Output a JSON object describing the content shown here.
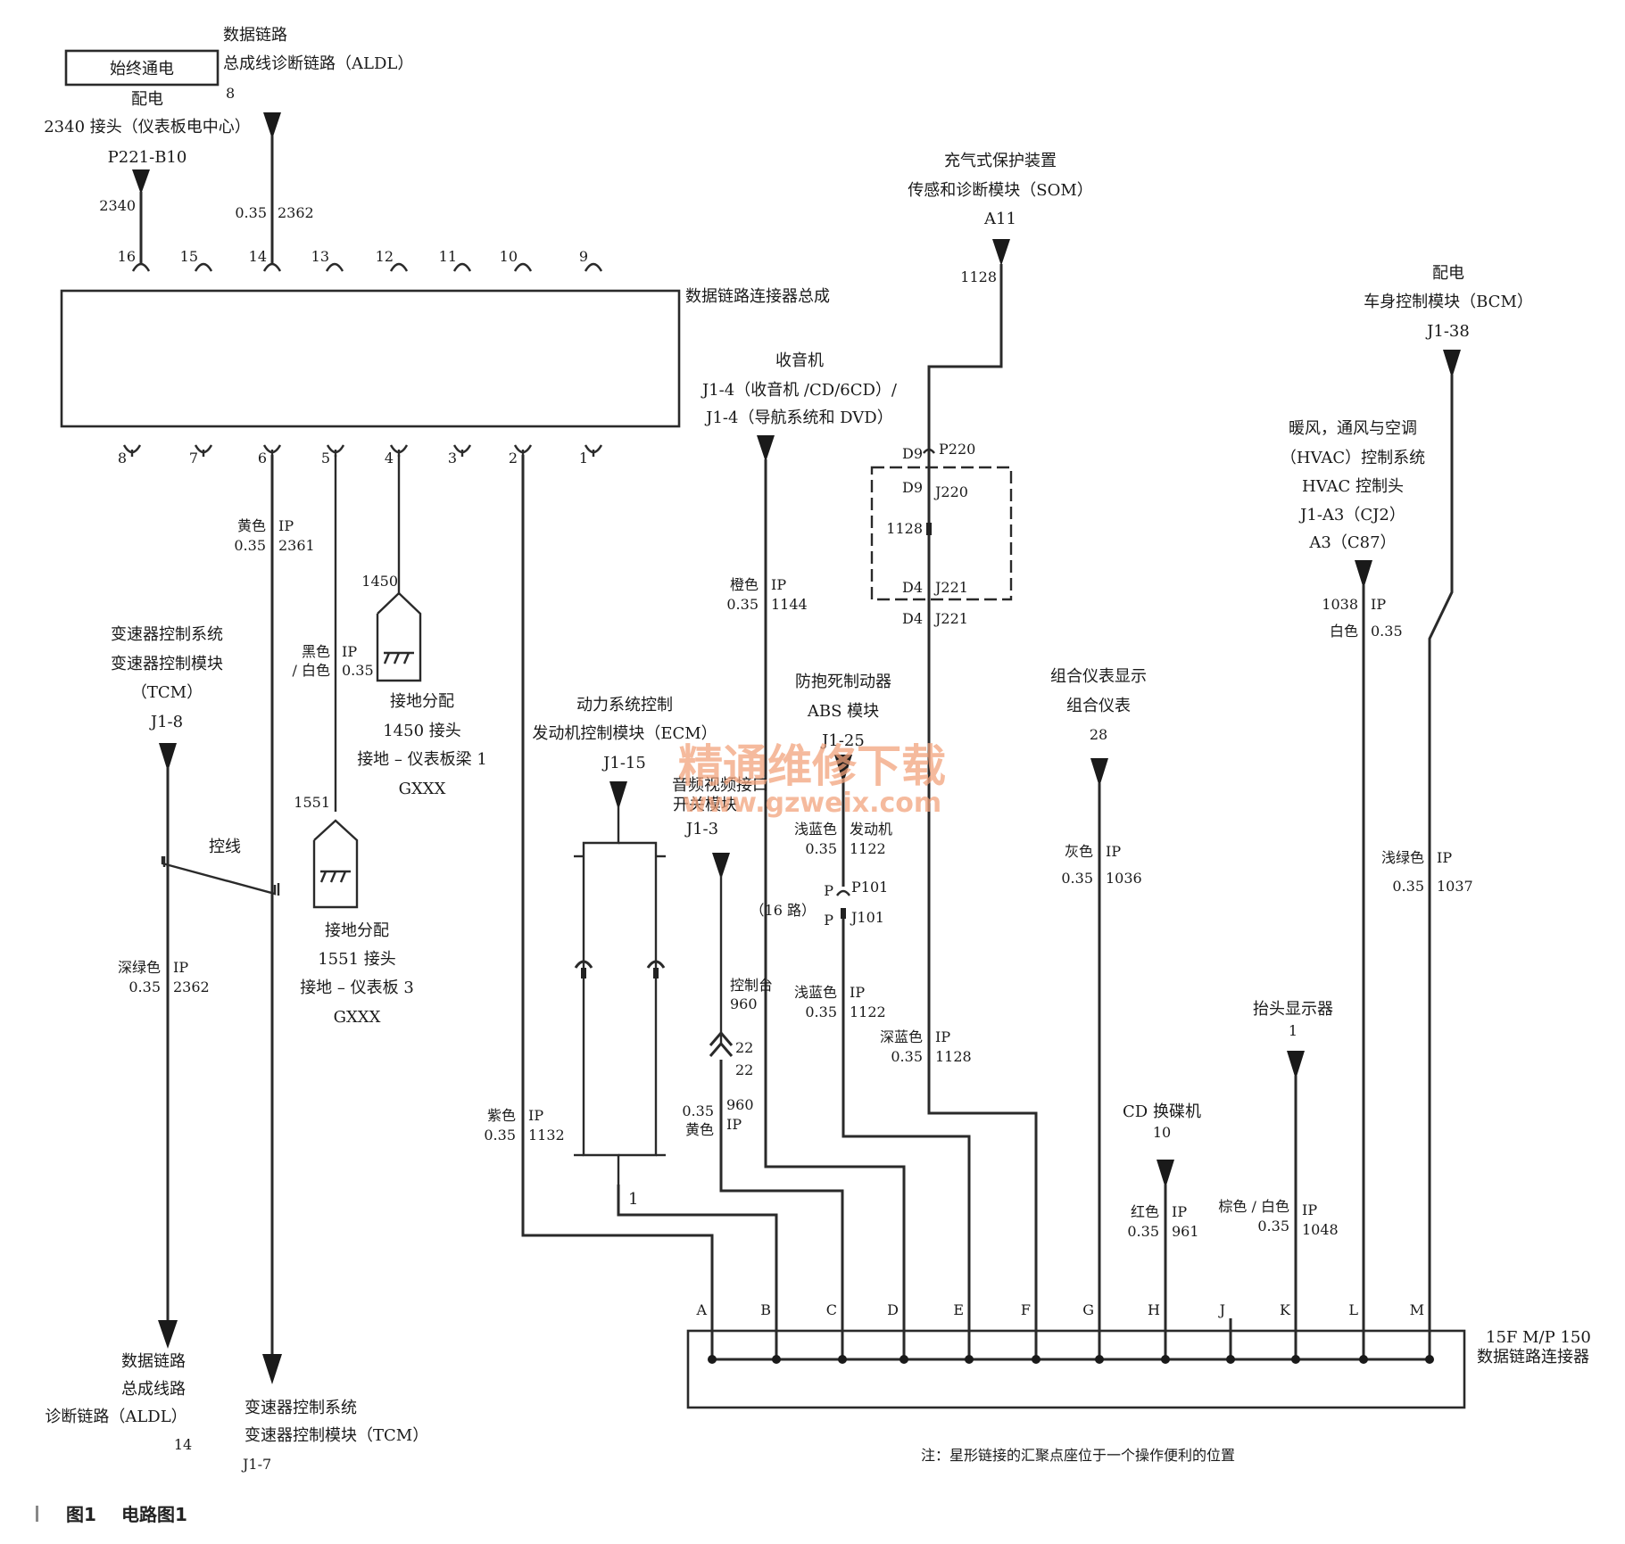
{
  "top_box": {
    "always_on": "始终通电"
  },
  "alds_top": {
    "line1": "数据链路",
    "line2": "总成线诊断链路（ALDL）",
    "pin": "8"
  },
  "power_dist": {
    "label": "配电",
    "splice": "2340 接头（仪表板电中心）",
    "conn": "P221-B10",
    "circuit": "2340"
  },
  "wire_2362_top": {
    "gauge": "0.35",
    "circuit": "2362"
  },
  "dlc": {
    "title": "数据链路连接器总成",
    "top_pins": [
      "16",
      "15",
      "14",
      "13",
      "12",
      "11",
      "10",
      "9"
    ],
    "bottom_pins": [
      "8",
      "7",
      "6",
      "5",
      "4",
      "3",
      "2",
      "1"
    ]
  },
  "som": {
    "line1": "充气式保护装置",
    "line2": "传感和诊断模块（SOM）",
    "pin": "A11",
    "circuit": "1128"
  },
  "radio": {
    "line1": "收音机",
    "line2": "J1-4（收音机 /CD/6CD）/",
    "line3": "J1-4（导航系统和 DVD）"
  },
  "bcm": {
    "line1": "配电",
    "line2": "车身控制模块（BCM）",
    "pin": "J1-38"
  },
  "hvac": {
    "line1": "暖风，通风与空调",
    "line2": "（HVAC）控制系统",
    "line3": "HVAC 控制头",
    "line4": "J1-A3（CJ2）",
    "line5": "A3（C87）"
  },
  "p220": {
    "d9a": "D9",
    "p220": "P220",
    "d9b": "D9",
    "j220": "J220",
    "c1128": "1128",
    "d4a": "D4",
    "j221a": "J221",
    "d4b": "D4",
    "j221b": "J221"
  },
  "wire_2361": {
    "color": "黄色",
    "ip": "IP",
    "gauge": "0.35",
    "circuit": "2361"
  },
  "wire_1144": {
    "color": "橙色",
    "ip": "IP",
    "gauge": "0.35",
    "circuit": "1144"
  },
  "wire_1038": {
    "circuit": "1038",
    "ip": "IP",
    "color": "白色",
    "gauge": "0.35"
  },
  "ground1450": {
    "num": "1450",
    "l1": "接地分配",
    "l2": "1450 接头",
    "l3": "接地 – 仪表板梁 1",
    "l4": "GXXX"
  },
  "wire_blk": {
    "color1": "黑色",
    "color2": "/ 白色",
    "ip": "IP",
    "gauge": "0.35"
  },
  "tcm_top": {
    "l1": "变速器控制系统",
    "l2": "变速器控制模块",
    "l3": "（TCM）",
    "pin": "J1-8"
  },
  "ground1551": {
    "num": "1551",
    "l1": "接地分配",
    "l2": "1551 接头",
    "l3": "接地 – 仪表板 3",
    "l4": "GXXX"
  },
  "control_wire": "控线",
  "ecm": {
    "l1": "动力系统控制",
    "l2": "发动机控制模块（ECM）",
    "pin": "J1-15"
  },
  "abs": {
    "l1": "防抱死制动器",
    "l2": "ABS 模块",
    "pin": "J1-25"
  },
  "audio": {
    "l1": "音频视频接口",
    "l2": "开关模块",
    "pin": "J1-3"
  },
  "cluster": {
    "l1": "组合仪表显示",
    "l2": "组合仪表",
    "pin": "28"
  },
  "wire_1122a": {
    "color": "浅蓝色",
    "extra": "发动机",
    "gauge": "0.35",
    "circuit": "1122"
  },
  "p101": {
    "p1": "P",
    "p101": "P101",
    "route": "（16 路）",
    "p2": "P",
    "j101": "J101"
  },
  "wire_1036": {
    "color": "灰色",
    "ip": "IP",
    "gauge": "0.35",
    "circuit": "1036"
  },
  "wire_1037": {
    "color": "浅绿色",
    "ip": "IP",
    "gauge": "0.35",
    "circuit": "1037"
  },
  "wire_2362": {
    "color": "深绿色",
    "ip": "IP",
    "gauge": "0.35",
    "circuit": "2362"
  },
  "console": {
    "l1": "控制台",
    "l2": "960",
    "p1": "22",
    "p2": "22"
  },
  "wire_1122b": {
    "color": "浅蓝色",
    "ip": "IP",
    "gauge": "0.35",
    "circuit": "1122"
  },
  "wire_1128": {
    "color": "深蓝色",
    "ip": "IP",
    "gauge": "0.35",
    "circuit": "1128"
  },
  "hud": {
    "l1": "抬头显示器",
    "pin": "1"
  },
  "wire_1132": {
    "color": "紫色",
    "ip": "IP",
    "gauge": "0.35",
    "circuit": "1132"
  },
  "wire_960": {
    "gauge": "0.35",
    "circuit": "960",
    "color": "黄色",
    "ip": "IP"
  },
  "cd": {
    "l1": "CD 换碟机",
    "pin": "10"
  },
  "wire_961": {
    "color": "红色",
    "ip": "IP",
    "gauge": "0.35",
    "circuit": "961"
  },
  "wire_1048": {
    "color": "棕色 / 白色",
    "ip": "IP",
    "gauge": "0.35",
    "circuit": "1048"
  },
  "ecm_pin": "1",
  "star_letters": [
    "A",
    "B",
    "C",
    "D",
    "E",
    "F",
    "G",
    "H",
    "J",
    "K",
    "L",
    "M"
  ],
  "star": {
    "l1": "15F  M/P 150",
    "l2": "数据链路连接器"
  },
  "alds_bottom": {
    "l1": "数据链路",
    "l2": "总成线路",
    "l3": "诊断链路（ALDL）",
    "pin": "14"
  },
  "tcm_bottom": {
    "l1": "变速器控制系统",
    "l2": "变速器控制模块（TCM）",
    "pin": "J1-7"
  },
  "note": "注：星形链接的汇聚点座位于一个操作便利的位置",
  "caption": {
    "fig": "图1",
    "title": "电路图1"
  },
  "watermark": {
    "l1": "精通维修下载",
    "l2": "www.gzweix.com",
    "color": "#f2a37c"
  }
}
